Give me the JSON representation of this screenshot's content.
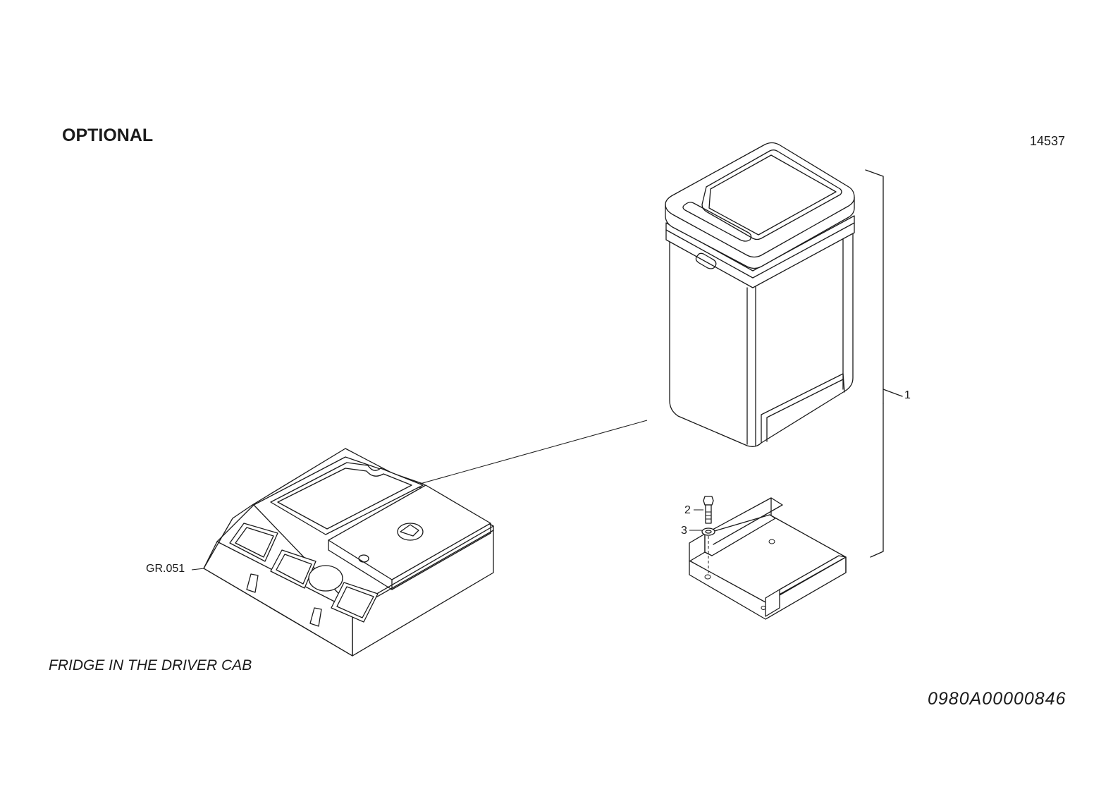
{
  "header": {
    "heading": "OPTIONAL",
    "sheet_number": "14537"
  },
  "callouts": {
    "item_1": "1",
    "item_2": "2",
    "item_3": "3",
    "group_ref": "GR.051"
  },
  "footer": {
    "caption": "FRIDGE IN THE DRIVER CAB",
    "drawing_code": "0980A00000846"
  }
}
